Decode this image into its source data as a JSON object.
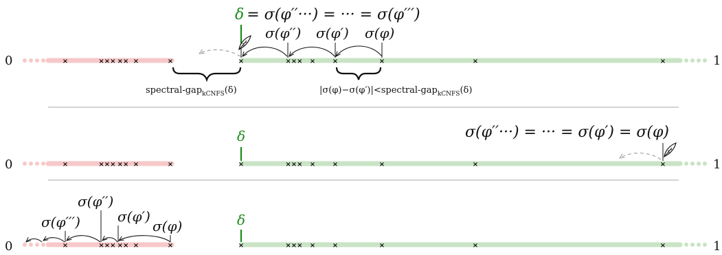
{
  "colors": {
    "red_segment": "#f7c8c8",
    "green_segment": "#c9e4c5",
    "delta_green": "#1a8a1a",
    "separator": "#aaaaaa",
    "ink": "#111111",
    "dashed_arrow": "#9a9a9a"
  },
  "icons": [
    "quill-icon"
  ],
  "axis": {
    "left_label": "0",
    "right_label": "1",
    "delta_label": "δ"
  },
  "panel1": {
    "top_label": "δ = σ(φ′′···) = ··· = σ(φ′′′)",
    "phi2_label": "σ(φ′′)",
    "phi1_label": "σ(φ′)",
    "phi0_label": "σ(φ)",
    "gap_label": "spectral-gap",
    "gap_sub": "kCNFS",
    "gap_arg": "(δ)",
    "ineq_left": "|σ(φ)−σ(φ′)|<spectral-gap",
    "ineq_sub": "kCNFS",
    "ineq_arg": "(δ)"
  },
  "panel2": {
    "top_label": "σ(φ′′···) = ··· = σ(φ′) = σ(φ)"
  },
  "panel3": {
    "phi2_label": "σ(φ′′)",
    "phi3_label": "σ(φ′′′)",
    "phi1_label": "σ(φ′)",
    "phi0_label": "σ(φ)"
  }
}
